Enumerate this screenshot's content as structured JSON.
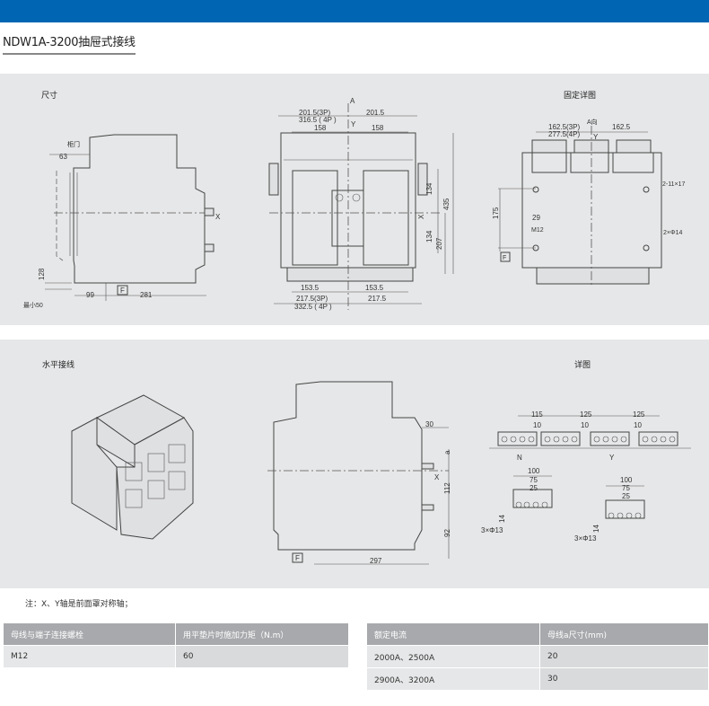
{
  "header": {
    "color": "#0066b3"
  },
  "title": "NDW1A-3200抽屉式接线",
  "panel1": {
    "side_view": {
      "label": "尺寸",
      "door": "柜门",
      "d63": "63",
      "x_axis": "X",
      "d128": "128",
      "d99": "99",
      "f": "F",
      "d281": "281",
      "min50": "最小50"
    },
    "front_view": {
      "a": "A",
      "d201_3p": "201.5(3P)",
      "d316_4p": "316.5 ( 4P )",
      "d201": "201.5",
      "d158a": "158",
      "d158b": "158",
      "y": "Y",
      "d134a": "134",
      "d134b": "134",
      "d435": "435",
      "d207": "207",
      "x": "X",
      "d153a": "153.5",
      "d153b": "153.5",
      "d217_3p": "217.5(3P)",
      "d332_4p": "332.5 ( 4P )",
      "d217": "217.5"
    },
    "mount_view": {
      "label": "固定详图",
      "a_dir": "A向",
      "d162_3p": "162.5(3P)",
      "d277_4p": "277.5(4P)",
      "d162": "162.5",
      "y": "Y",
      "slot": "2-11×17",
      "d175": "175",
      "d29": "29",
      "m12": "M12",
      "hole": "2×Φ14",
      "f": "F"
    }
  },
  "panel2": {
    "label": "水平接线",
    "detail_label": "详图",
    "side_view": {
      "d30": "30",
      "a": "a",
      "x": "X",
      "d112": "112",
      "d92": "92",
      "f": "F",
      "d297": "297"
    },
    "detail": {
      "d115": "115",
      "d125a": "125",
      "d125b": "125",
      "d10a": "10",
      "d10b": "10",
      "d10c": "10",
      "n": "N",
      "y": "Y",
      "left": {
        "d100": "100",
        "d75": "75",
        "d25": "25",
        "d14": "14",
        "holes": "3×Φ13"
      },
      "right": {
        "d100": "100",
        "d75": "75",
        "d25": "25",
        "d14": "14",
        "holes": "3×Φ13"
      }
    }
  },
  "note": "注：X、Y轴是前面罩对称轴；",
  "table_bolt": {
    "headers": [
      "母线与端子连接螺栓",
      "用平垫片时施加力矩（N.m）"
    ],
    "rows": [
      [
        "M12",
        "60"
      ]
    ]
  },
  "table_busbar": {
    "headers": [
      "额定电流",
      "母线a尺寸(mm)"
    ],
    "rows": [
      [
        "2000A、2500A",
        "20"
      ],
      [
        "2900A、3200A",
        "30"
      ]
    ]
  }
}
